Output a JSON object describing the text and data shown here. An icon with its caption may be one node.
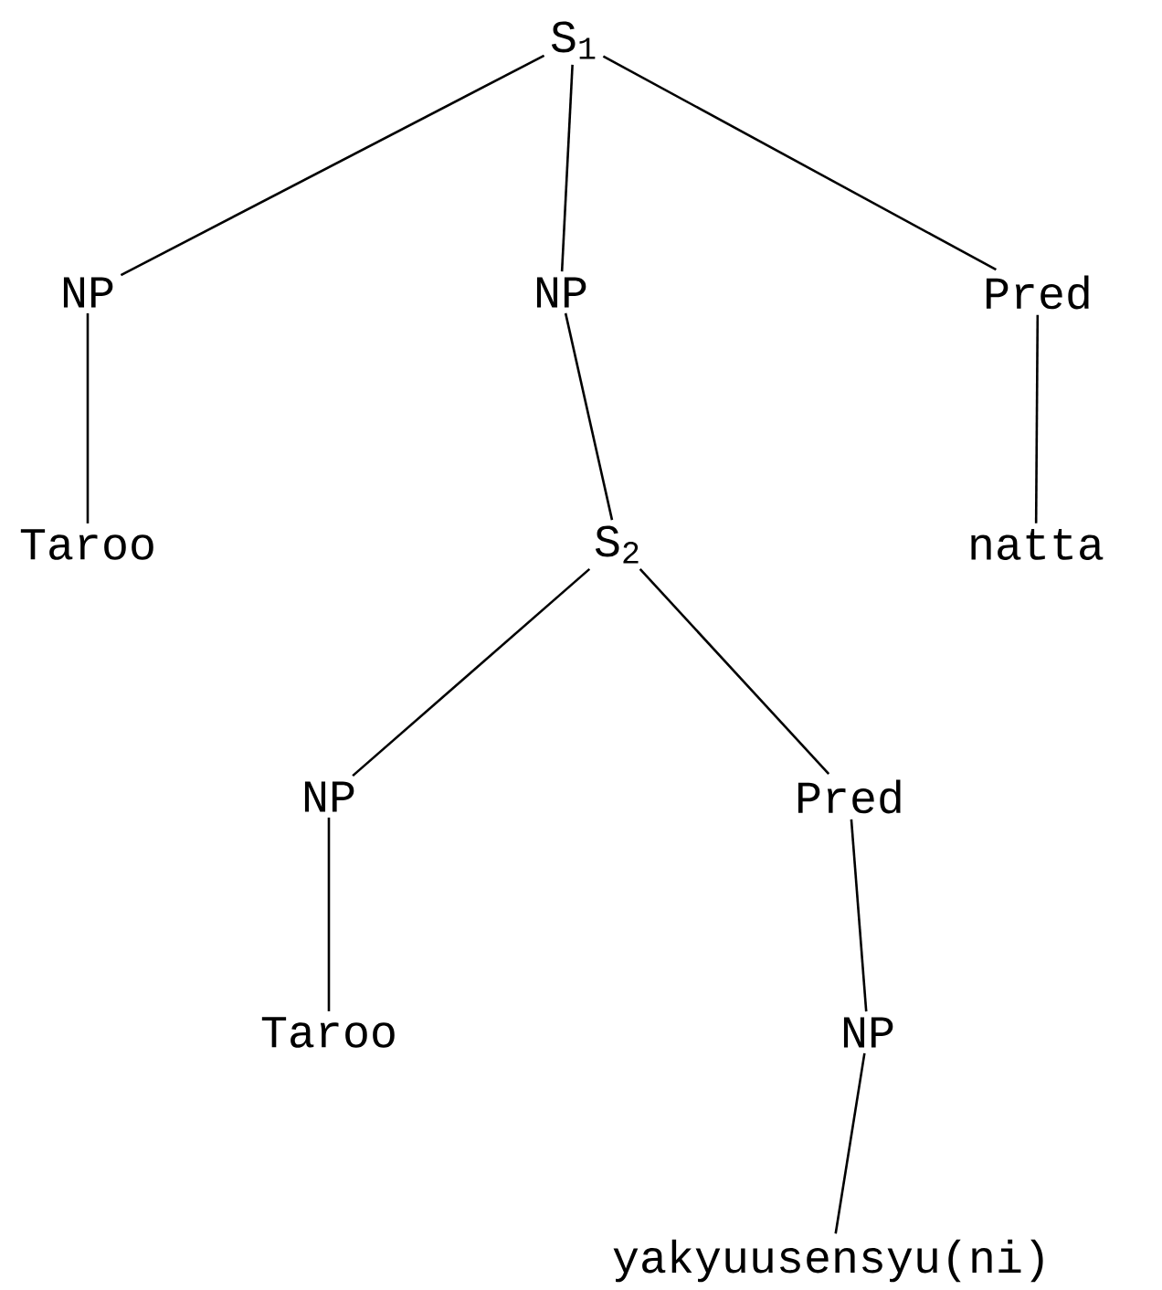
{
  "diagram": {
    "nodes": [
      {
        "text": [
          "S$_{1}$"
        ]
      },
      {
        "text": [
          "NP"
        ]
      },
      {
        "text": [
          "NP"
        ]
      },
      {
        "text": [
          "Pred"
        ]
      },
      {
        "text": [
          "Taroo"
        ]
      },
      {
        "text": [
          "S$_{2}$"
        ]
      },
      {
        "text": [
          "natta"
        ]
      },
      {
        "text": [
          "NP"
        ]
      },
      {
        "text": [
          "Pred"
        ]
      },
      {
        "text": [
          "Taroo"
        ]
      },
      {
        "text": [
          "NP"
        ]
      },
      {
        "text": [
          "yakyuusensyu(ni)"
        ]
      }
    ],
    "edges": [
      {
        "from": 0,
        "to": 1,
        "arrow": "none"
      },
      {
        "from": 0,
        "to": 2,
        "arrow": "none"
      },
      {
        "from": 0,
        "to": 3,
        "arrow": "none"
      },
      {
        "from": 1,
        "to": 4,
        "arrow": "none"
      },
      {
        "from": 2,
        "to": 5,
        "arrow": "none"
      },
      {
        "from": 3,
        "to": 6,
        "arrow": "none"
      },
      {
        "from": 5,
        "to": 7,
        "arrow": "none"
      },
      {
        "from": 5,
        "to": 8,
        "arrow": "none"
      },
      {
        "from": 7,
        "to": 9,
        "arrow": "none"
      },
      {
        "from": 8,
        "to": 10,
        "arrow": "none"
      },
      {
        "from": 10,
        "to": 11,
        "arrow": "none"
      }
    ]
  }
}
